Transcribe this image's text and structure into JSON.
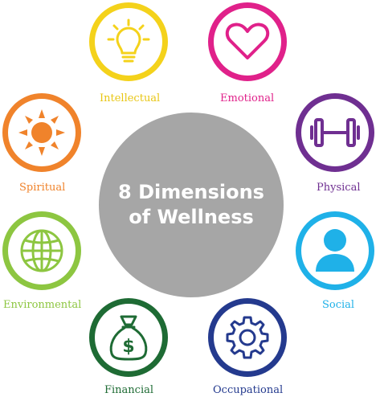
{
  "center": {
    "line1": "8 Dimensions",
    "line2": "of Wellness"
  },
  "dimensions": [
    {
      "key": "intellectual",
      "label": "Intellectual",
      "icon": "lightbulb-icon",
      "color": "#f4d21b"
    },
    {
      "key": "emotional",
      "label": "Emotional",
      "icon": "heart-icon",
      "color": "#e0218a"
    },
    {
      "key": "spiritual",
      "label": "Spiritual",
      "icon": "sun-icon",
      "color": "#f0832b"
    },
    {
      "key": "physical",
      "label": "Physical",
      "icon": "dumbbell-icon",
      "color": "#6f2f91"
    },
    {
      "key": "environmental",
      "label": "Environmental",
      "icon": "globe-icon",
      "color": "#8dc641"
    },
    {
      "key": "social",
      "label": "Social",
      "icon": "person-icon",
      "color": "#1fb1e8"
    },
    {
      "key": "financial",
      "label": "Financial",
      "icon": "money-bag-icon",
      "color": "#1e6b34"
    },
    {
      "key": "occupational",
      "label": "Occupational",
      "icon": "gear-icon",
      "color": "#243a8e"
    }
  ],
  "center_color": "#a6a6a6"
}
